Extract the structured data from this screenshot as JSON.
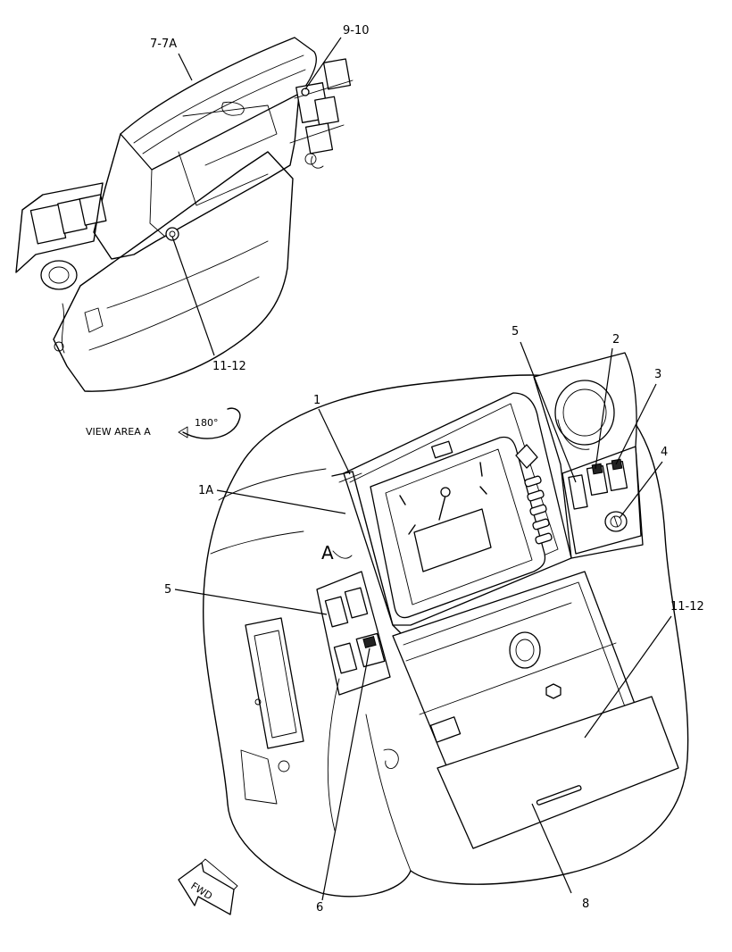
{
  "callouts": {
    "c77a": "7-7A",
    "c910": "9-10",
    "c1112_top": "11-12",
    "c5_top": "5",
    "c2": "2",
    "c3": "3",
    "c4": "4",
    "c1": "1",
    "c1a": "1A",
    "c5_left": "5",
    "c1112_right": "11-12",
    "c6": "6",
    "c8": "8"
  },
  "view": {
    "label": "VIEW AREA A",
    "rotation": "180°",
    "area_marker": "A"
  },
  "direction": {
    "label": "FWD"
  }
}
